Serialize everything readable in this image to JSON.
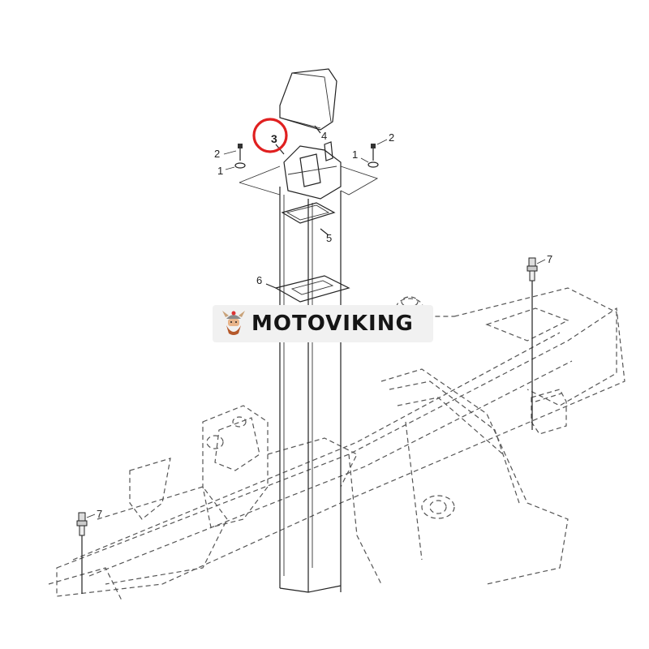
{
  "brand": {
    "name": "MOTOVIKING",
    "logo_icon": "viking-head-icon"
  },
  "callouts": {
    "c1_left": "1",
    "c1_right": "1",
    "c2_left": "2",
    "c2_right": "2",
    "c3": "3",
    "c4": "4",
    "c5": "5",
    "c6": "6",
    "c7_right": "7",
    "c7_left": "7"
  },
  "highlight": {
    "callout": "3",
    "color": "#e02020"
  }
}
